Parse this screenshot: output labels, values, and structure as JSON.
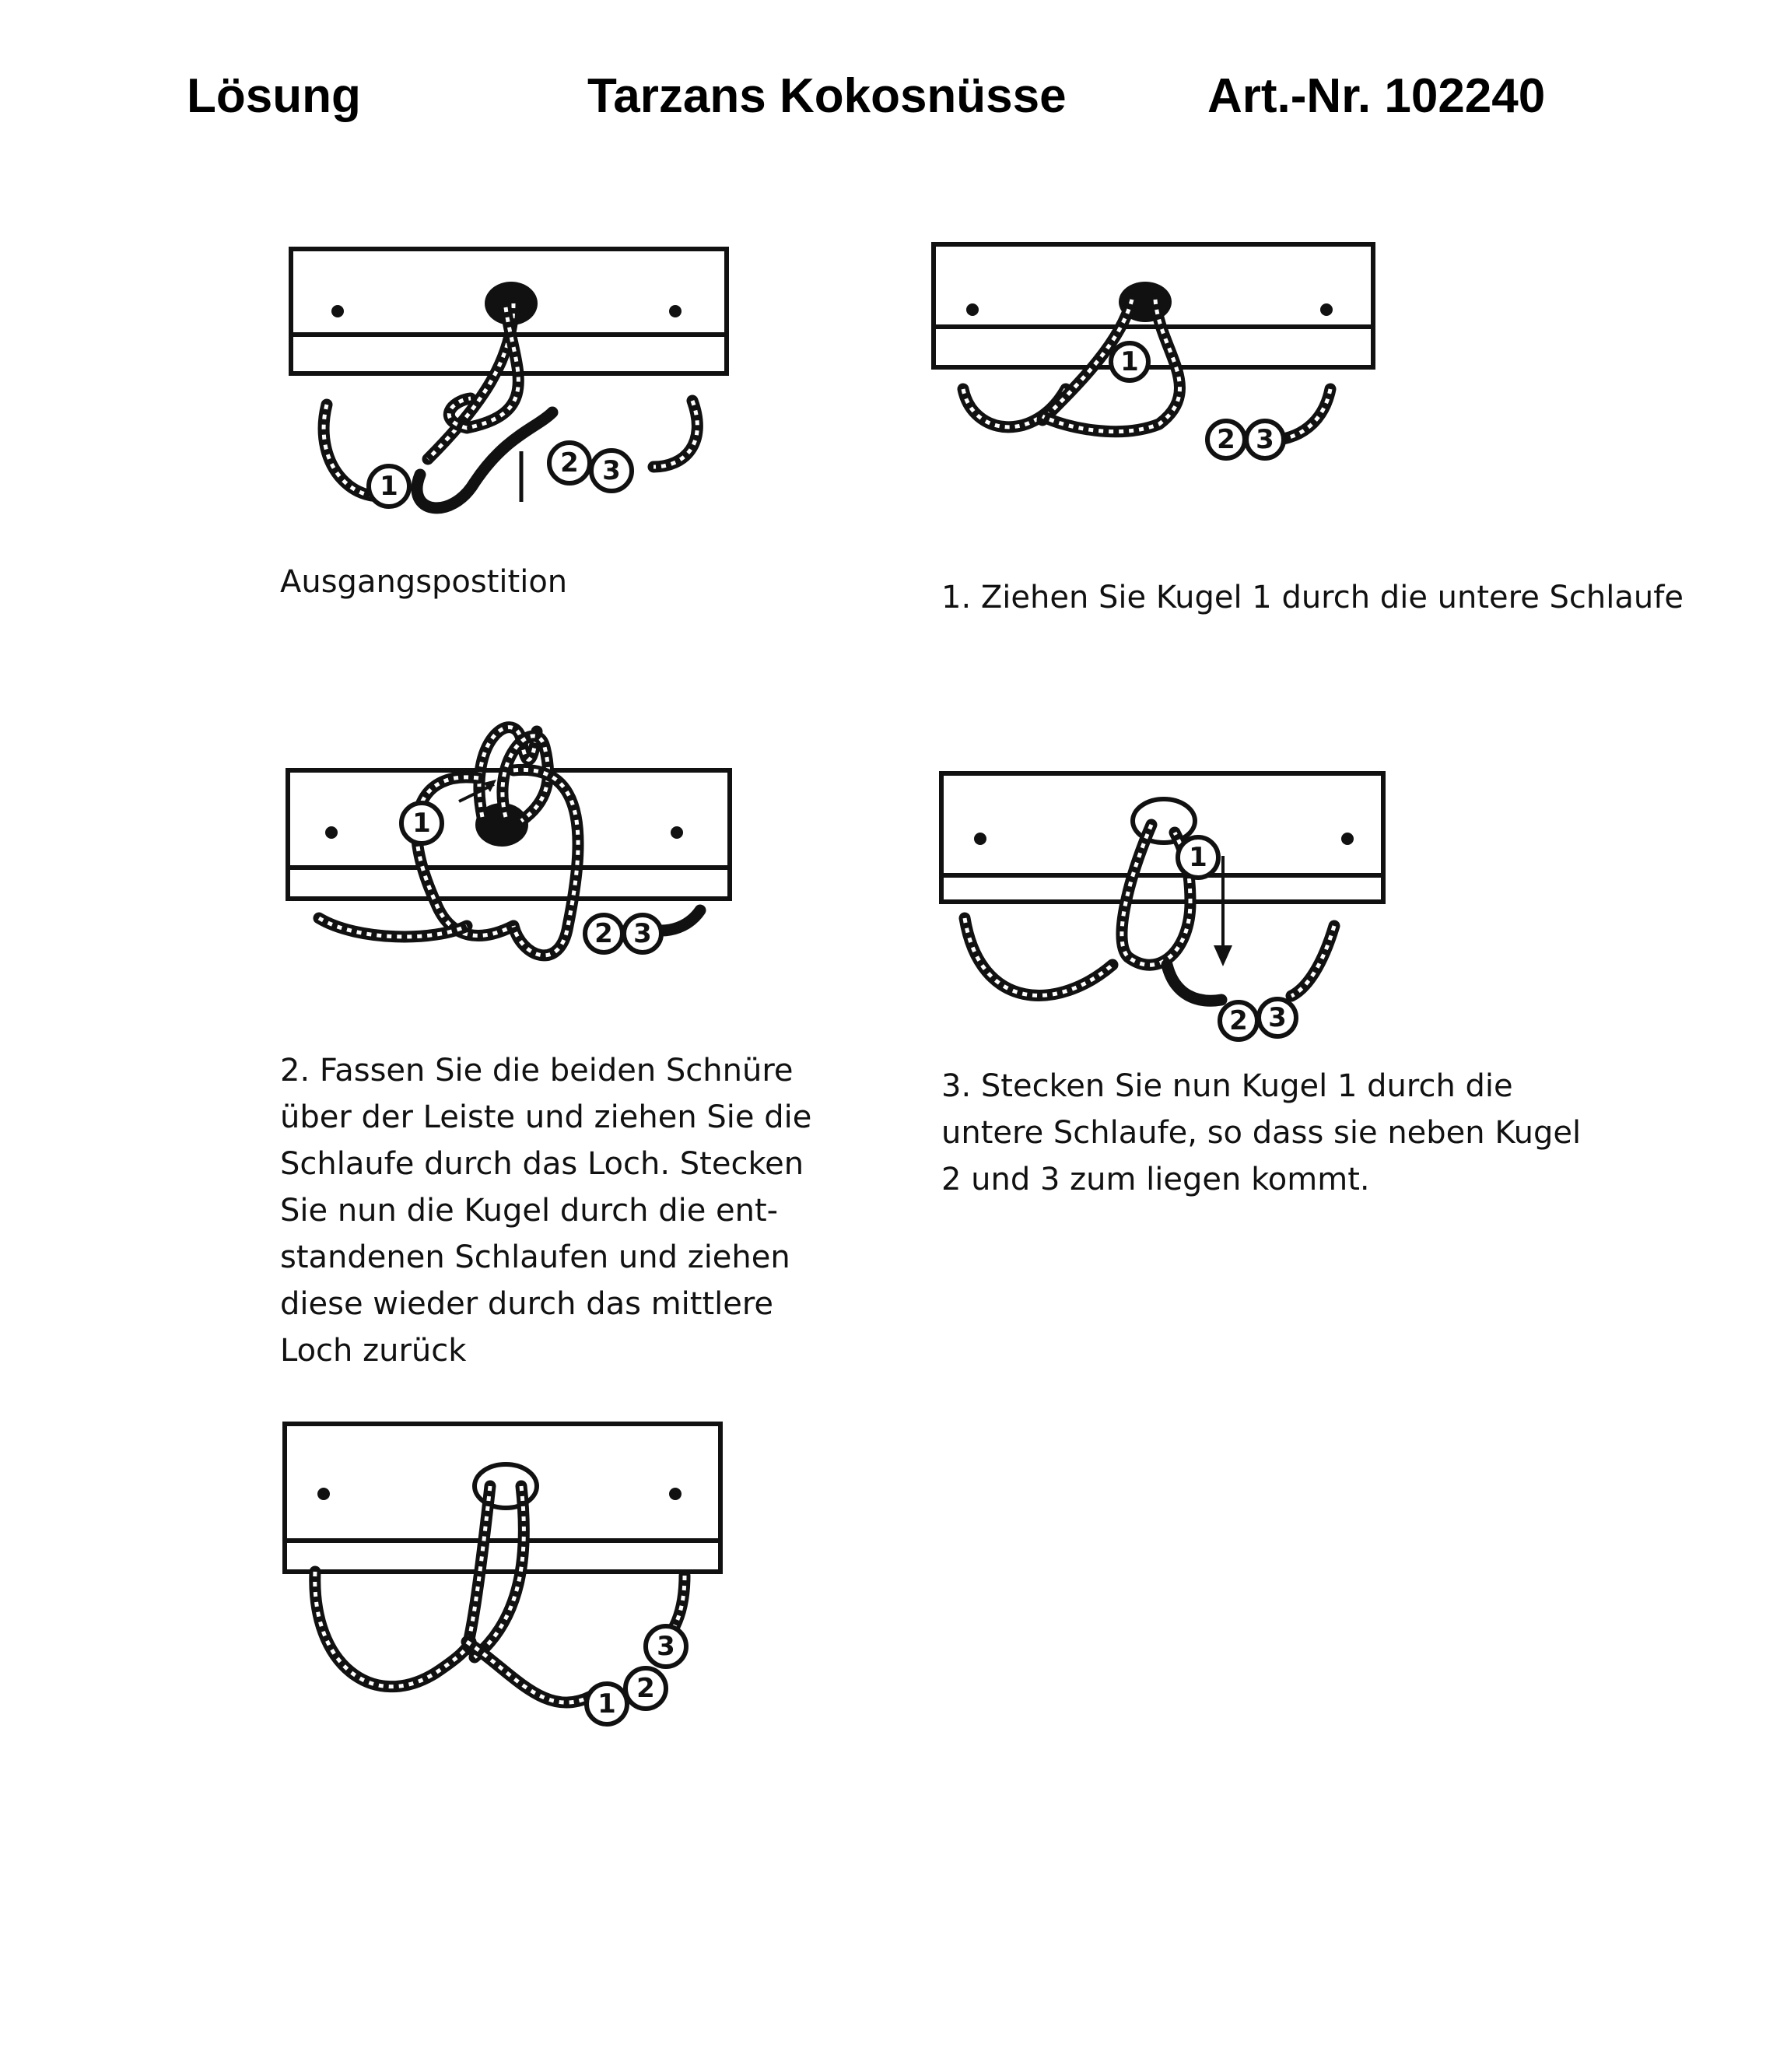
{
  "header": {
    "left": "Lösung",
    "title": "Tarzans Kokosnüsse",
    "article": "Art.-Nr. 102240"
  },
  "steps": [
    {
      "caption": "Ausgangspostition"
    },
    {
      "caption": "1. Ziehen Sie Kugel 1 durch die untere Schlaufe"
    },
    {
      "caption": "2. Fassen Sie die beiden Schnüre über der Leiste und ziehen Sie die Schlaufe durch das Loch. Stecken Sie nun die Kugel durch die ent-standenen Schlaufen und ziehen diese wieder durch das mittlere Loch zurück"
    },
    {
      "caption": "3. Stecken Sie nun Kugel 1 durch die untere Schlaufe, so dass sie neben Kugel 2 und 3 zum liegen kommt."
    }
  ],
  "balls": {
    "b1": "1",
    "b2": "2",
    "b3": "3"
  }
}
